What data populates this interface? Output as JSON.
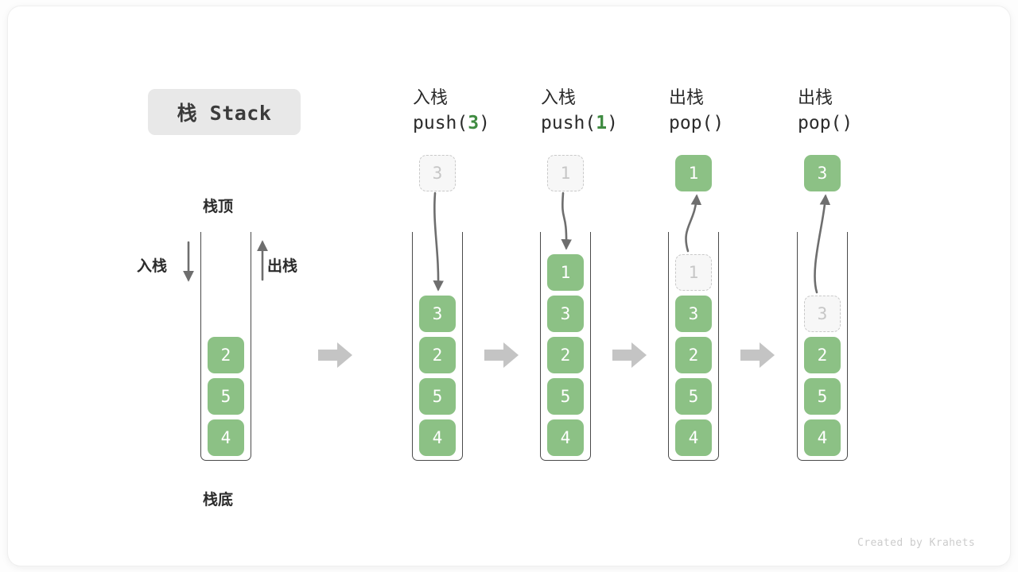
{
  "title_badge": {
    "label": "栈 Stack"
  },
  "labels": {
    "top": "栈顶",
    "bottom": "栈底",
    "push_side": "入栈",
    "pop_side": "出栈"
  },
  "colors": {
    "cell_fill": "#8cc185",
    "cell_text": "#ffffff",
    "ghost_fill": "#f7f7f7",
    "ghost_border": "#c9c9c9",
    "ghost_text": "#c6c6c6",
    "container_line": "#4a4a4a",
    "flow_arrow": "#c4c4c4",
    "curve_arrow": "#6e6e6e",
    "accent_green": "#3f8b41",
    "badge_bg": "#e8e8e8"
  },
  "base_stack": {
    "name": "initial-stack",
    "cells": [
      "2",
      "5",
      "4"
    ]
  },
  "steps": [
    {
      "id": "push-3",
      "head_cn": "入栈",
      "head_code_prefix": "push(",
      "head_code_value": "3",
      "head_code_suffix": ")",
      "floating": {
        "value": "3",
        "style": "ghost",
        "position": "above"
      },
      "arrow": "down",
      "cells": [
        "3",
        "2",
        "5",
        "4"
      ],
      "ghost_index": -1
    },
    {
      "id": "push-1",
      "head_cn": "入栈",
      "head_code_prefix": "push(",
      "head_code_value": "1",
      "head_code_suffix": ")",
      "floating": {
        "value": "1",
        "style": "ghost",
        "position": "above"
      },
      "arrow": "down",
      "cells": [
        "1",
        "3",
        "2",
        "5",
        "4"
      ],
      "ghost_index": -1
    },
    {
      "id": "pop-1",
      "head_cn": "出栈",
      "head_code_prefix": "pop(",
      "head_code_value": "",
      "head_code_suffix": ")",
      "floating": {
        "value": "1",
        "style": "solid",
        "position": "above"
      },
      "arrow": "up",
      "cells": [
        "1",
        "3",
        "2",
        "5",
        "4"
      ],
      "ghost_index": 0
    },
    {
      "id": "pop-2",
      "head_cn": "出栈",
      "head_code_prefix": "pop(",
      "head_code_value": "",
      "head_code_suffix": ")",
      "floating": {
        "value": "3",
        "style": "solid",
        "position": "above"
      },
      "arrow": "up",
      "cells": [
        "3",
        "2",
        "5",
        "4"
      ],
      "ghost_index": 0
    }
  ],
  "watermark": "Created by Krahets"
}
